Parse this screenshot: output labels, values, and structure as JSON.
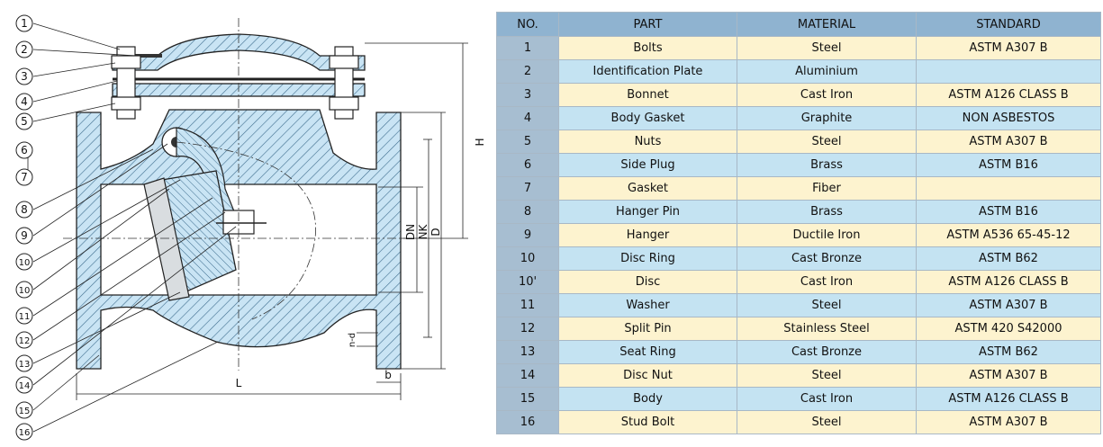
{
  "drawing": {
    "callouts": [
      "1",
      "2",
      "3",
      "4",
      "5",
      "6",
      "7",
      "8",
      "9",
      "10",
      "10",
      "11",
      "12",
      "13",
      "14",
      "15",
      "16"
    ],
    "dimensions": {
      "length": "L",
      "height": "H",
      "bore_dn": "DN",
      "flange_nk": "NK",
      "flange_d": "D",
      "bolt_holes": "n-d",
      "flange_thickness": "b"
    }
  },
  "table": {
    "headers": [
      "NO.",
      "PART",
      "MATERIAL",
      "STANDARD"
    ],
    "rows": [
      {
        "no": "1",
        "part": "Bolts",
        "material": "Steel",
        "standard": "ASTM A307 B"
      },
      {
        "no": "2",
        "part": "Identification Plate",
        "material": "Aluminium",
        "standard": ""
      },
      {
        "no": "3",
        "part": "Bonnet",
        "material": "Cast Iron",
        "standard": "ASTM A126 CLASS B"
      },
      {
        "no": "4",
        "part": "Body Gasket",
        "material": "Graphite",
        "standard": "NON ASBESTOS"
      },
      {
        "no": "5",
        "part": "Nuts",
        "material": "Steel",
        "standard": "ASTM A307 B"
      },
      {
        "no": "6",
        "part": "Side Plug",
        "material": "Brass",
        "standard": "ASTM B16"
      },
      {
        "no": "7",
        "part": "Gasket",
        "material": "Fiber",
        "standard": ""
      },
      {
        "no": "8",
        "part": "Hanger Pin",
        "material": "Brass",
        "standard": "ASTM B16"
      },
      {
        "no": "9",
        "part": "Hanger",
        "material": "Ductile Iron",
        "standard": "ASTM A536 65-45-12"
      },
      {
        "no": "10",
        "part": "Disc Ring",
        "material": "Cast Bronze",
        "standard": "ASTM B62"
      },
      {
        "no": "10'",
        "part": "Disc",
        "material": "Cast Iron",
        "standard": "ASTM A126 CLASS B"
      },
      {
        "no": "11",
        "part": "Washer",
        "material": "Steel",
        "standard": "ASTM A307 B"
      },
      {
        "no": "12",
        "part": "Split Pin",
        "material": "Stainless Steel",
        "standard": "ASTM 420 S42000"
      },
      {
        "no": "13",
        "part": "Seat Ring",
        "material": "Cast Bronze",
        "standard": "ASTM B62"
      },
      {
        "no": "14",
        "part": "Disc Nut",
        "material": "Steel",
        "standard": "ASTM A307 B"
      },
      {
        "no": "15",
        "part": "Body",
        "material": "Cast Iron",
        "standard": "ASTM A126 CLASS B"
      },
      {
        "no": "16",
        "part": "Stud Bolt",
        "material": "Steel",
        "standard": "ASTM A307 B"
      }
    ]
  }
}
